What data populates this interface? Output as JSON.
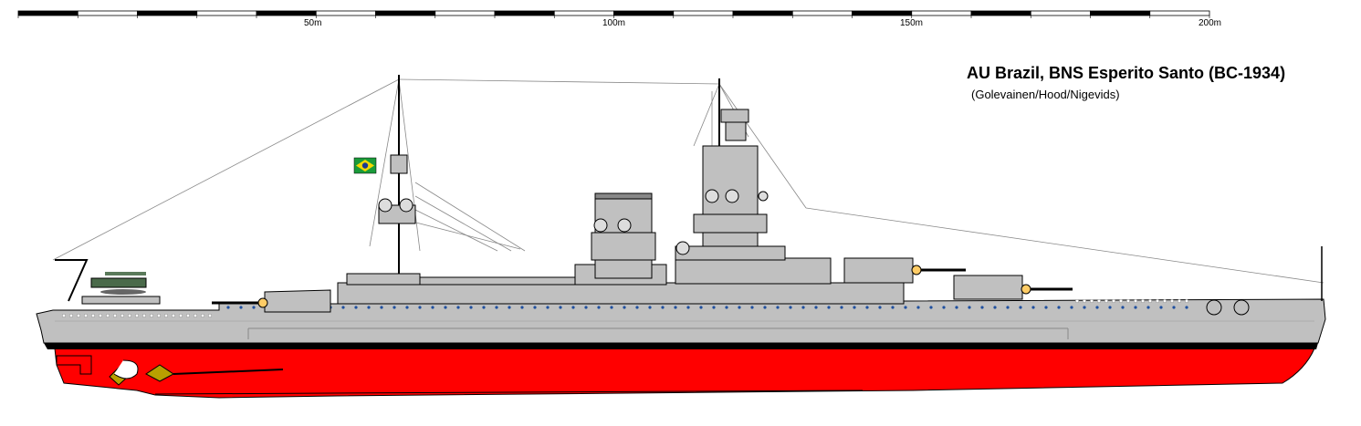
{
  "title": "AU Brazil, BNS Esperito Santo (BC-1934)",
  "credits": "(Golevainen/Hood/Nigevids)",
  "scale_bar": {
    "labels": [
      "50m",
      "100m",
      "150m",
      "200m"
    ]
  },
  "colors": {
    "hull_grey": "#c0c0c0",
    "underwater_red": "#ff0000",
    "boot_topping": "#000000",
    "turret_hood": "#ffcc66",
    "porthole_blue": "#1f4f9f",
    "flag_green": "#1a9b3a",
    "flag_yellow": "#f5d800",
    "flag_blue": "#1c3b8f"
  },
  "icons": [
    "scale-bar",
    "brazil-flag-icon",
    "propeller-icon",
    "anchor-icon",
    "floatplane-icon"
  ]
}
